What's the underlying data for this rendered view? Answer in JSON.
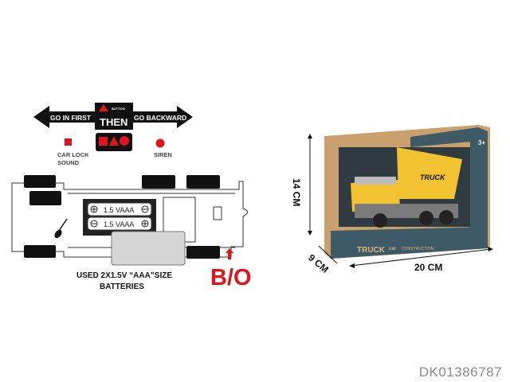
{
  "instructions": {
    "go_first": "GO IN FIRST",
    "go_backward": "GO BACKWARD",
    "button_small": "BUTTON",
    "then": "THEN",
    "car_lock_sound_line1": "CAR LOCK",
    "car_lock_sound_line2": "SOUND",
    "siren": "SIREN",
    "battery_label": "1.5 VAAA",
    "battery_note_line1": "USED 2X1.5V “AAA”SIZE",
    "battery_note_line2": "BATTERIES",
    "switch_label": "B/O"
  },
  "product": {
    "height_dim": "14 CM",
    "depth_dim": "9 CM",
    "width_dim": "20 CM",
    "box_brand": "TRUCK",
    "box_brand_suffix": "car",
    "box_subtitle": "CONSTRUCTION",
    "age": "3+",
    "truck_label": "TRUCK"
  },
  "sku": "DK01386787",
  "colors": {
    "red": "#e0141b",
    "box_kraft": "#c9a06b",
    "box_teal": "#3e5a66",
    "truck_yellow": "#f2c230"
  }
}
